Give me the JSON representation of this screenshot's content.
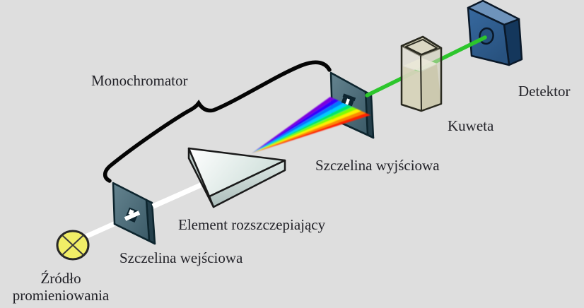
{
  "diagram": {
    "type": "spectrophotometer-schematic",
    "background_color": "#dedede",
    "labels": {
      "monochromator": "Monochromator",
      "exit_slit": "Szczelina wyjściowa",
      "entrance_slit": "Szczelina wejściowa",
      "dispersing_element": "Element rozszczepiający",
      "cuvette": "Kuweta",
      "detector": "Detektor",
      "radiation_source_line1": "Źródło",
      "radiation_source_line2": "promieniowania"
    },
    "components": [
      {
        "name": "radiation-source",
        "label": "Źródło promieniowania",
        "shape": "circle-with-x",
        "color": "#f1ee67"
      },
      {
        "name": "entrance-slit",
        "label": "Szczelina wejściowa",
        "shape": "slit-plate",
        "color": "#4a6874"
      },
      {
        "name": "dispersing-element",
        "label": "Element rozszczepiający",
        "shape": "prism",
        "color": "#dce7e4"
      },
      {
        "name": "exit-slit",
        "label": "Szczelina wyjściowa",
        "shape": "slit-plate",
        "color": "#4a6874"
      },
      {
        "name": "cuvette",
        "label": "Kuweta",
        "shape": "glass-cell",
        "color": "#d6d3ba"
      },
      {
        "name": "detector",
        "label": "Detektor",
        "shape": "box-with-hole",
        "color": "#2d5e92"
      },
      {
        "name": "monochromator-brace",
        "label": "Monochromator",
        "shape": "curly-brace",
        "color": "#050505"
      }
    ],
    "beams": {
      "white_beam_color": "#ffffff",
      "green_beam_color": "#2cc62c",
      "rainbow_colors": [
        "#7a00e0",
        "#3300ff",
        "#0077ff",
        "#00ccff",
        "#00e866",
        "#7dff00",
        "#ffee00",
        "#ff8800",
        "#ff2200"
      ]
    }
  }
}
